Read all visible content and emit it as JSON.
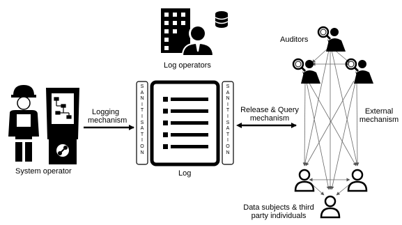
{
  "labels": {
    "log_operators": "Log operators",
    "auditors": "Auditors",
    "logging_mechanism_line1": "Logging",
    "logging_mechanism_line2": "mechanism",
    "release_query_line1": "Release & Query",
    "release_query_line2": "mechanism",
    "external_line1": "External",
    "external_line2": "mechanism",
    "system_operator": "System operator",
    "log": "Log",
    "data_subjects_line1": "Data subjects & third",
    "data_subjects_line2": "party individuals"
  },
  "sanitisation_letters": [
    "S",
    "A",
    "N",
    "I",
    "T",
    "I",
    "S",
    "A",
    "T",
    "I",
    "O",
    "N"
  ],
  "icons": [
    "office-building-icon",
    "database-icon",
    "manager-icon",
    "auditor-magnifier-icon",
    "worker-icon",
    "kiosk-terminal-icon",
    "log-document-icon",
    "person-outline-icon"
  ]
}
